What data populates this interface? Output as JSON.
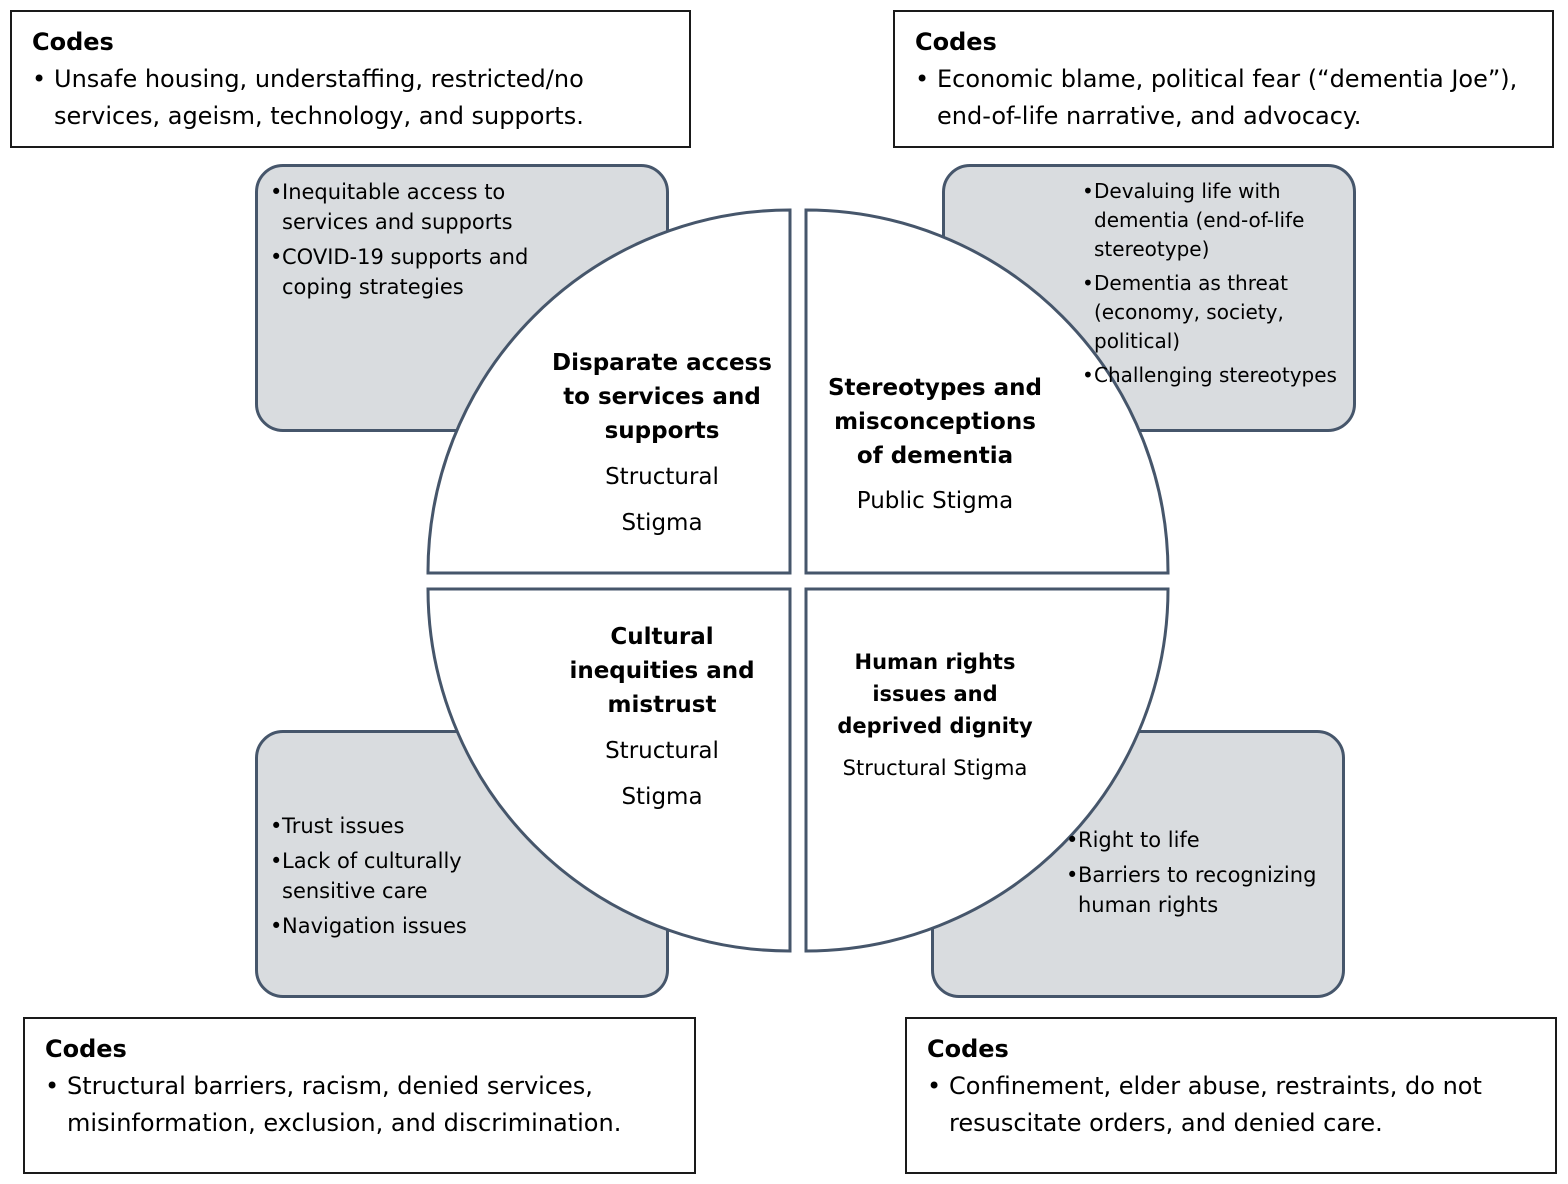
{
  "codes": {
    "top_left": {
      "title": "Codes",
      "text": "Unsafe housing, understaffing, restricted/no services, ageism, technology, and supports."
    },
    "top_right": {
      "title": "Codes",
      "text": "Economic blame, political fear (“dementia Joe”), end-of-life narrative, and advocacy."
    },
    "bottom_left": {
      "title": "Codes",
      "text": "Structural barriers, racism, denied services, misinformation, exclusion, and discrimination."
    },
    "bottom_right": {
      "title": "Codes",
      "text": "Confinement, elder abuse, restraints, do not resuscitate orders, and denied care."
    }
  },
  "subthemes": {
    "top_left": [
      "Inequitable access to services and supports",
      "COVID-19 supports and coping strategies"
    ],
    "top_right": [
      "Devaluing life with dementia (end-of-life stereotype)",
      "Dementia as threat (economy, society, political)",
      "Challenging stereotypes"
    ],
    "bottom_left": [
      "Trust issues",
      "Lack of culturally sensitive care",
      "Navigation issues"
    ],
    "bottom_right": [
      "Right to life",
      "Barriers to recognizing human rights"
    ]
  },
  "quadrants": {
    "top_left": {
      "theme": "Disparate access to services and supports",
      "stigma_1": "Structural",
      "stigma_2": "Stigma"
    },
    "top_right": {
      "theme": "Stereotypes and misconceptions of dementia",
      "stigma": "Public Stigma"
    },
    "bottom_left": {
      "theme": "Cultural inequities and mistrust",
      "stigma_1": "Structural",
      "stigma_2": "Stigma"
    },
    "bottom_right": {
      "theme": "Human rights issues and deprived dignity",
      "stigma": "Structural Stigma"
    }
  },
  "colors": {
    "panel_fill": "#d9dcdf",
    "panel_border": "#46566b",
    "quadrant_border": "#46566b",
    "codes_border": "#1a1a1a"
  }
}
